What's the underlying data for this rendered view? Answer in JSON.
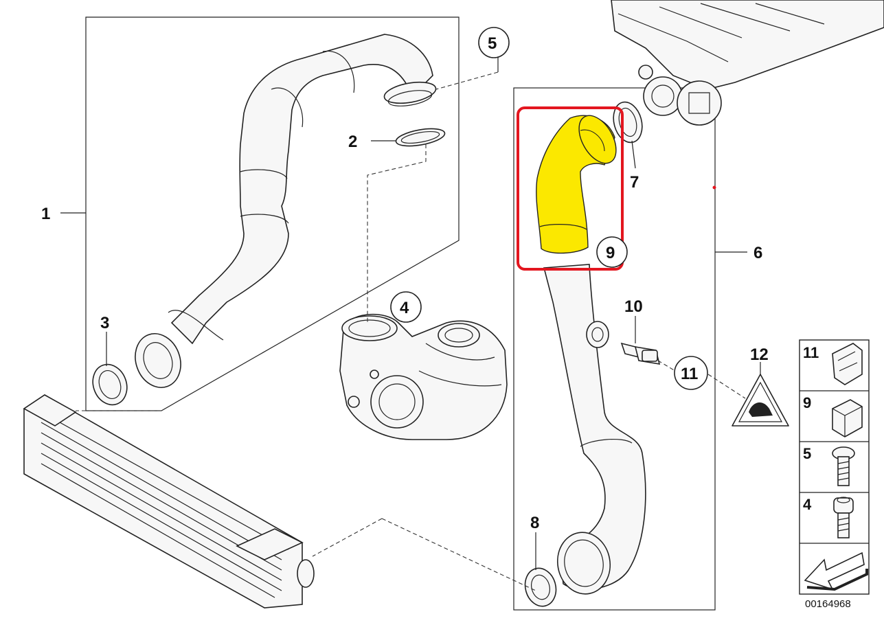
{
  "diagram": {
    "callouts": {
      "c1": "1",
      "c2": "2",
      "c3": "3",
      "c4": "4",
      "c5": "5",
      "c6": "6",
      "c7": "7",
      "c8": "8",
      "c9": "9",
      "c10": "10",
      "c11": "11",
      "c12": "12"
    },
    "legend": [
      {
        "label": "11",
        "icon": "clip-icon"
      },
      {
        "label": "9",
        "icon": "bracket-clip-icon"
      },
      {
        "label": "5",
        "icon": "hex-bolt-icon"
      },
      {
        "label": "4",
        "icon": "socket-bolt-icon"
      },
      {
        "label": "",
        "icon": "direction-arrow-icon"
      }
    ],
    "document_number": "00164968",
    "highlight": {
      "target": "9",
      "outline_color": "#e3161f",
      "fill_color": "#fbe800"
    }
  }
}
